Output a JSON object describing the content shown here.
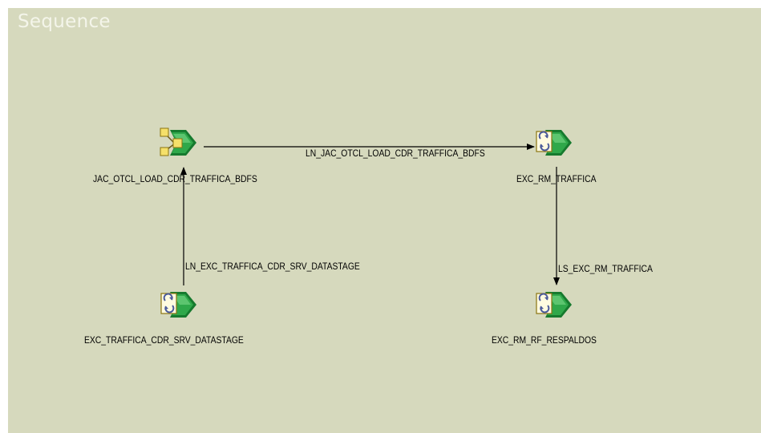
{
  "canvas": {
    "title": "Sequence",
    "background": "#d6d9bd"
  },
  "stages": {
    "jac_load": {
      "label": "JAC_OTCL_LOAD_CDR_TRAFFICA_BDFS",
      "icon": "job-activity-icon"
    },
    "exc_rm_traffica": {
      "label": "EXC_RM_TRAFFICA",
      "icon": "execute-command-icon"
    },
    "exc_traffica_cdr": {
      "label": "EXC_TRAFFICA_CDR_SRV_DATASTAGE",
      "icon": "execute-command-icon"
    },
    "exc_rm_rf": {
      "label": "EXC_RM_RF_RESPALDOS",
      "icon": "execute-command-icon"
    }
  },
  "links": {
    "ln_jac": {
      "label": "LN_JAC_OTCL_LOAD_CDR_TRAFFICA_BDFS"
    },
    "ln_exc": {
      "label": "LN_EXC_TRAFFICA_CDR_SRV_DATASTAGE"
    },
    "ls_exc": {
      "label": "LS_EXC_RM_TRAFFICA"
    }
  }
}
